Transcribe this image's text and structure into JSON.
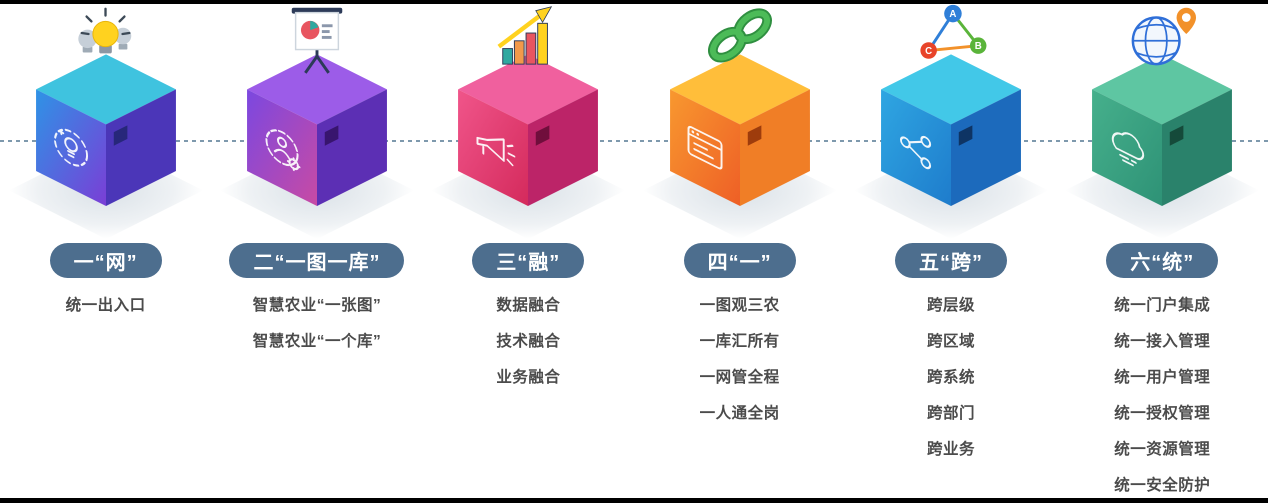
{
  "canvas": {
    "background": "#ffffff",
    "frame_color": "#000000"
  },
  "connector": {
    "color": "#7e99ad",
    "style": "dashed"
  },
  "pill_style": {
    "background": "#4d6e8e",
    "text_color": "#ffffff"
  },
  "item_text_color": "#4b4b4b",
  "columns": [
    {
      "id": "one-network",
      "pill_label": "一“网”",
      "top_icon": "lightbulbs-icon",
      "face_icon": "idea-bulb-icon",
      "cube": {
        "top": "#3fc3df",
        "left_start": "#2e93e6",
        "left_end": "#7a3ed6",
        "right": "#4b36b8",
        "notch": "#27277a"
      },
      "items": [
        "统一出入口"
      ]
    },
    {
      "id": "two-one-map-one-db",
      "pill_label": "二“一图一库”",
      "top_icon": "presentation-chart-icon",
      "face_icon": "gear-user-icon",
      "cube": {
        "top": "#9c5ce8",
        "left_start": "#7b48e0",
        "left_end": "#c84aa4",
        "right": "#5c2fb4",
        "notch": "#38156e"
      },
      "items": [
        "智慧农业“一张图”",
        "智慧农业“一个库”"
      ]
    },
    {
      "id": "three-fusion",
      "pill_label": "三“融”",
      "top_icon": "growth-chart-icon",
      "face_icon": "megaphone-icon",
      "cube": {
        "top": "#f0609e",
        "left_start": "#f0558a",
        "left_end": "#d42a5c",
        "right": "#bc2468",
        "notch": "#700e3c"
      },
      "items": [
        "数据融合",
        "技术融合",
        "业务融合"
      ]
    },
    {
      "id": "four-one",
      "pill_label": "四“一”",
      "top_icon": "chain-link-icon",
      "face_icon": "browser-window-icon",
      "cube": {
        "top": "#ffbe3a",
        "left_start": "#f8982f",
        "left_end": "#ee5f26",
        "right": "#f07e26",
        "notch": "#9e3c0c"
      },
      "items": [
        "一图观三农",
        "一库汇所有",
        "一网管全程",
        "一人通全岗"
      ]
    },
    {
      "id": "five-cross",
      "pill_label": "五“跨”",
      "top_icon": "triangle-network-icon",
      "face_icon": "share-nodes-icon",
      "cube": {
        "top": "#42c8e8",
        "left_start": "#2fa6e2",
        "left_end": "#1e7ccc",
        "right": "#1c6abc",
        "notch": "#0e3464"
      },
      "node_labels": [
        "A",
        "B",
        "C"
      ],
      "items": [
        "跨层级",
        "跨区域",
        "跨系统",
        "跨部门",
        "跨业务"
      ]
    },
    {
      "id": "six-unified",
      "pill_label": "六“统”",
      "top_icon": "globe-pin-icon",
      "face_icon": "cloud-lines-icon",
      "cube": {
        "top": "#5ec6a2",
        "left_start": "#46b08c",
        "left_end": "#2e9276",
        "right": "#2a826b",
        "notch": "#154a3a"
      },
      "items": [
        "统一门户集成",
        "统一接入管理",
        "统一用户管理",
        "统一授权管理",
        "统一资源管理",
        "统一安全防护"
      ]
    }
  ]
}
